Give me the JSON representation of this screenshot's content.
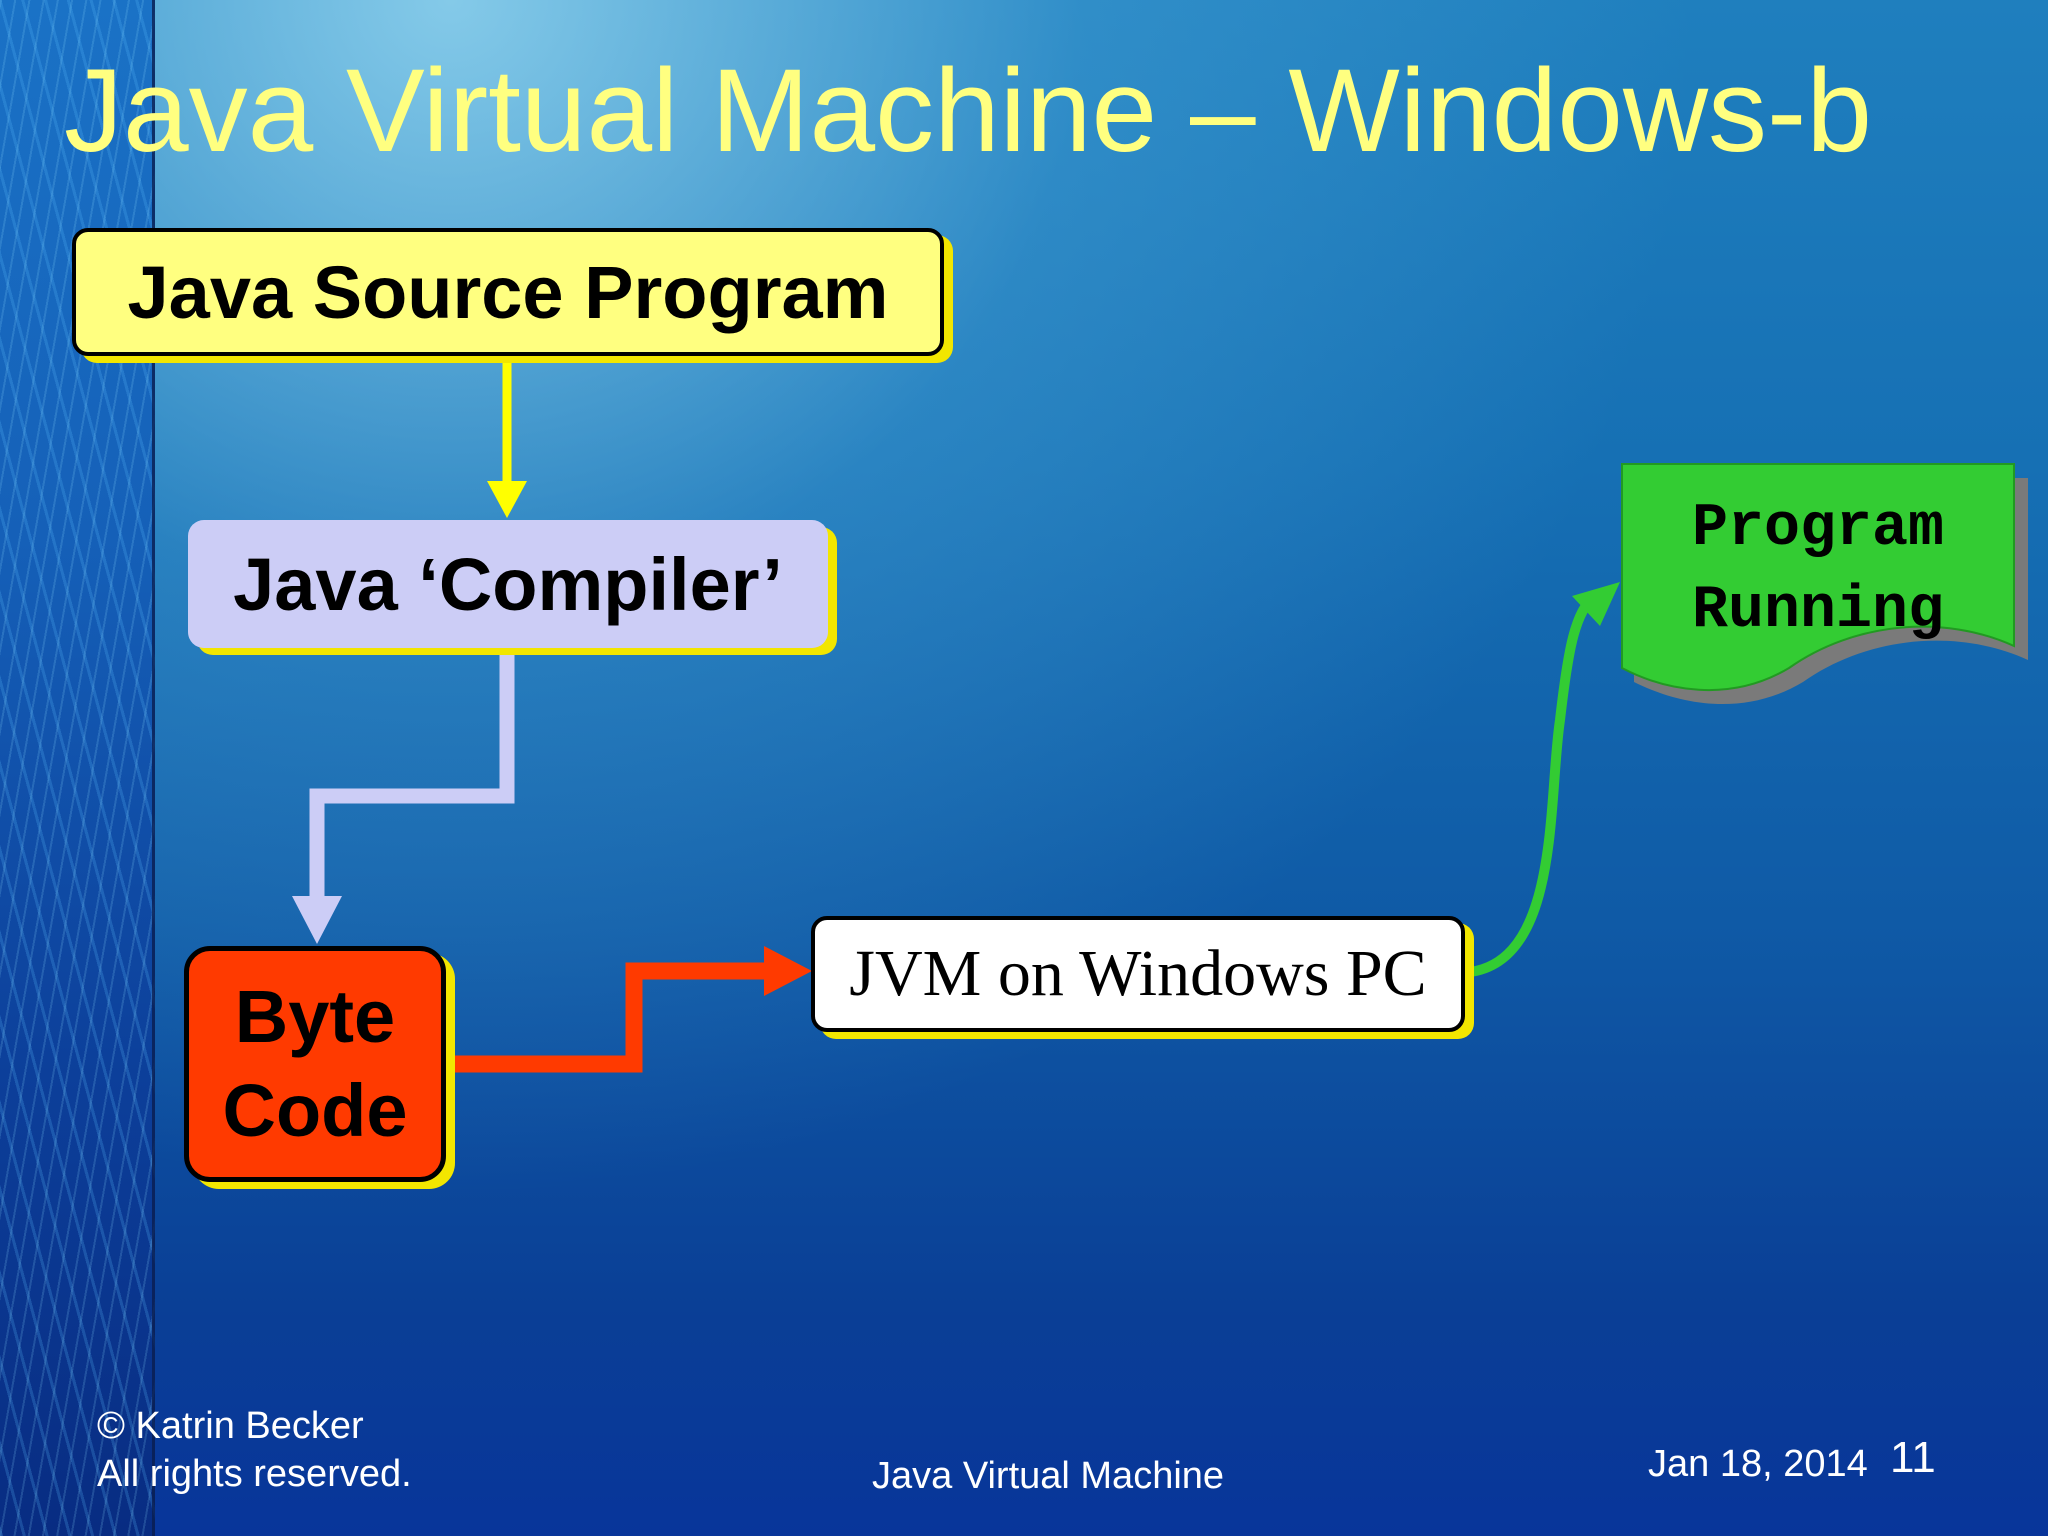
{
  "slide": {
    "title": "Java Virtual Machine – Windows-b"
  },
  "diagram": {
    "source_box": "Java Source Program",
    "compiler_box": "Java ‘Compiler’",
    "bytecode_box": [
      "Byte",
      "Code"
    ],
    "jvm_box": "JVM on Windows PC",
    "result_doc": [
      "Program",
      "Running"
    ]
  },
  "colors": {
    "title_text": "#ffff80",
    "source_box_fill": "#ffff80",
    "compiler_box_fill": "#cccdf6",
    "bytecode_box_fill": "#ff3a00",
    "jvm_box_fill": "#ffffff",
    "result_doc_fill": "#33cc33",
    "arrow_yellow": "#ffff00",
    "arrow_lavender": "#cccdf6",
    "arrow_red": "#ff3a00",
    "arrow_green": "#33cc33"
  },
  "footer": {
    "copyright_line1": "© Katrin Becker",
    "copyright_line2": "All rights reserved.",
    "center": "Java Virtual Machine",
    "date": "Jan 18, 2014",
    "page_number": "11"
  }
}
